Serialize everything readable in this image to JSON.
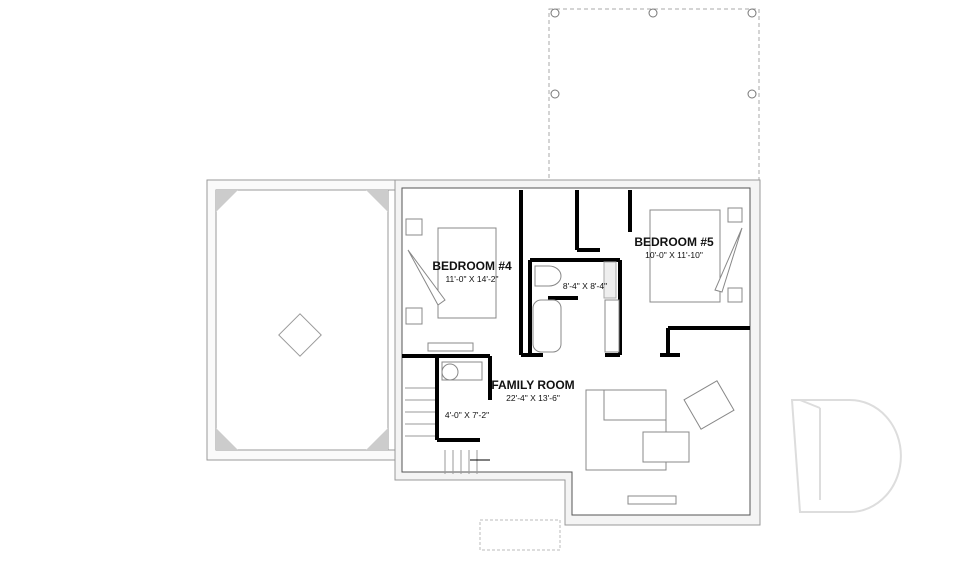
{
  "rooms": [
    {
      "name": "BEDROOM #4",
      "size": "11'-0\" X 14'-2\""
    },
    {
      "name": "BEDROOM #5",
      "size": "10'-0\" X 11'-10\""
    },
    {
      "name": "",
      "size": "8'-4\" X 8'-4\""
    },
    {
      "name": "FAMILY ROOM",
      "size": "22'-4\" X 13'-6\""
    },
    {
      "name": "",
      "size": "4'-0\" X 7'-2\""
    }
  ],
  "colors": {
    "wall": "#000000",
    "line": "#888888",
    "background": "#ffffff"
  },
  "watermark": "D"
}
